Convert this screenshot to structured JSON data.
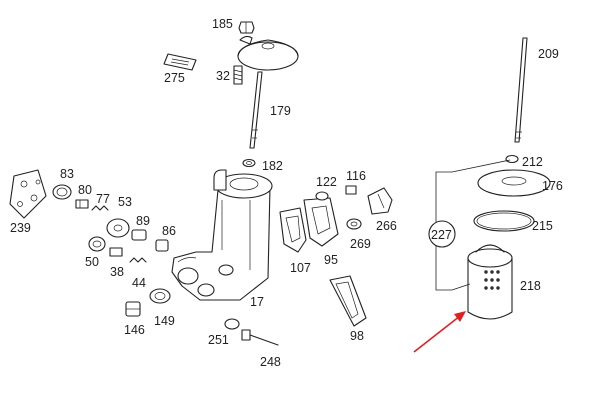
{
  "labels": {
    "p185": "185",
    "p275": "275",
    "p32": "32",
    "p179": "179",
    "p182": "182",
    "p83": "83",
    "p80": "80",
    "p77": "77",
    "p53": "53",
    "p239": "239",
    "p89": "89",
    "p86": "86",
    "p50": "50",
    "p38": "38",
    "p44": "44",
    "p146": "146",
    "p149": "149",
    "p251": "251",
    "p248": "248",
    "p17": "17",
    "p122": "122",
    "p116": "116",
    "p266": "266",
    "p269": "269",
    "p107": "107",
    "p95": "95",
    "p98": "98",
    "p209": "209",
    "p212": "212",
    "p176": "176",
    "p215": "215",
    "p227": "227",
    "p218": "218"
  },
  "colors": {
    "line": "#222222",
    "arrow": "#e02020",
    "background": "#ffffff"
  }
}
